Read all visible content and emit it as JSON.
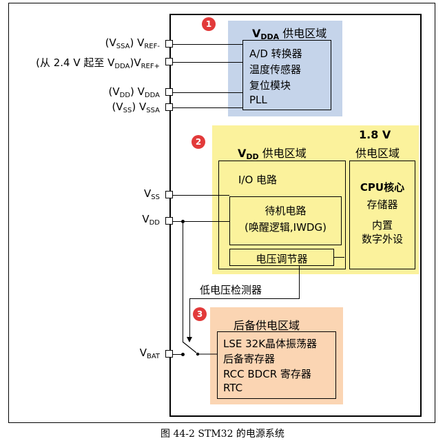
{
  "figure": {
    "caption": "图 44-2 STM32 的电源系统"
  },
  "pins": {
    "vref_minus": {
      "prefix": "(V",
      "prefix_sub": "SSA",
      "mid": ") V",
      "sub": "REF-"
    },
    "vref_plus": {
      "prefix": "(从 2.4 V 起至 V",
      "prefix_sub": "DDA",
      "mid": ")V",
      "sub": "REF+"
    },
    "vdda": {
      "prefix": "(V",
      "prefix_sub": "DD",
      "mid": ")  V",
      "sub": "DDA"
    },
    "vssa": {
      "prefix": "(V",
      "prefix_sub": "SS",
      "mid": ")  V",
      "sub": "SSA"
    },
    "vss": {
      "main": "V",
      "sub": "SS"
    },
    "vdd": {
      "main": "V",
      "sub": "DD"
    },
    "vbat": {
      "main": "V",
      "sub": "BAT"
    }
  },
  "domains": {
    "vdda": {
      "number": "1",
      "title_main": "V",
      "title_sub": "DDA",
      "title_rest": " 供电区域",
      "items": [
        "A/D 转换器",
        "温度传感器",
        "复位模块",
        "PLL"
      ]
    },
    "vdd": {
      "number": "2",
      "title_main": "V",
      "title_sub": "DD",
      "title_rest": " 供电区域",
      "io_label": "I/O 电路",
      "standby_line1": "待机电路",
      "standby_line2": "(唤醒逻辑,IWDG)",
      "regulator": "电压调节器"
    },
    "core": {
      "title_line1": "1.8 V",
      "title_line2": "供电区域",
      "items": [
        "CPU核心",
        "存储器",
        "内置",
        "数字外设"
      ]
    },
    "backup": {
      "number": "3",
      "title": "后备供电区域",
      "items": [
        "LSE 32K晶体振荡器",
        "后备寄存器",
        "RCC BDCR 寄存器",
        "RTC"
      ]
    }
  },
  "low_voltage_detector": "低电压检测器",
  "colors": {
    "vdda_domain": "#c5d4ea",
    "vdd_domain": "#fbf29c",
    "backup_domain": "#fbd5b3",
    "number_badge": "#e23a3a"
  }
}
